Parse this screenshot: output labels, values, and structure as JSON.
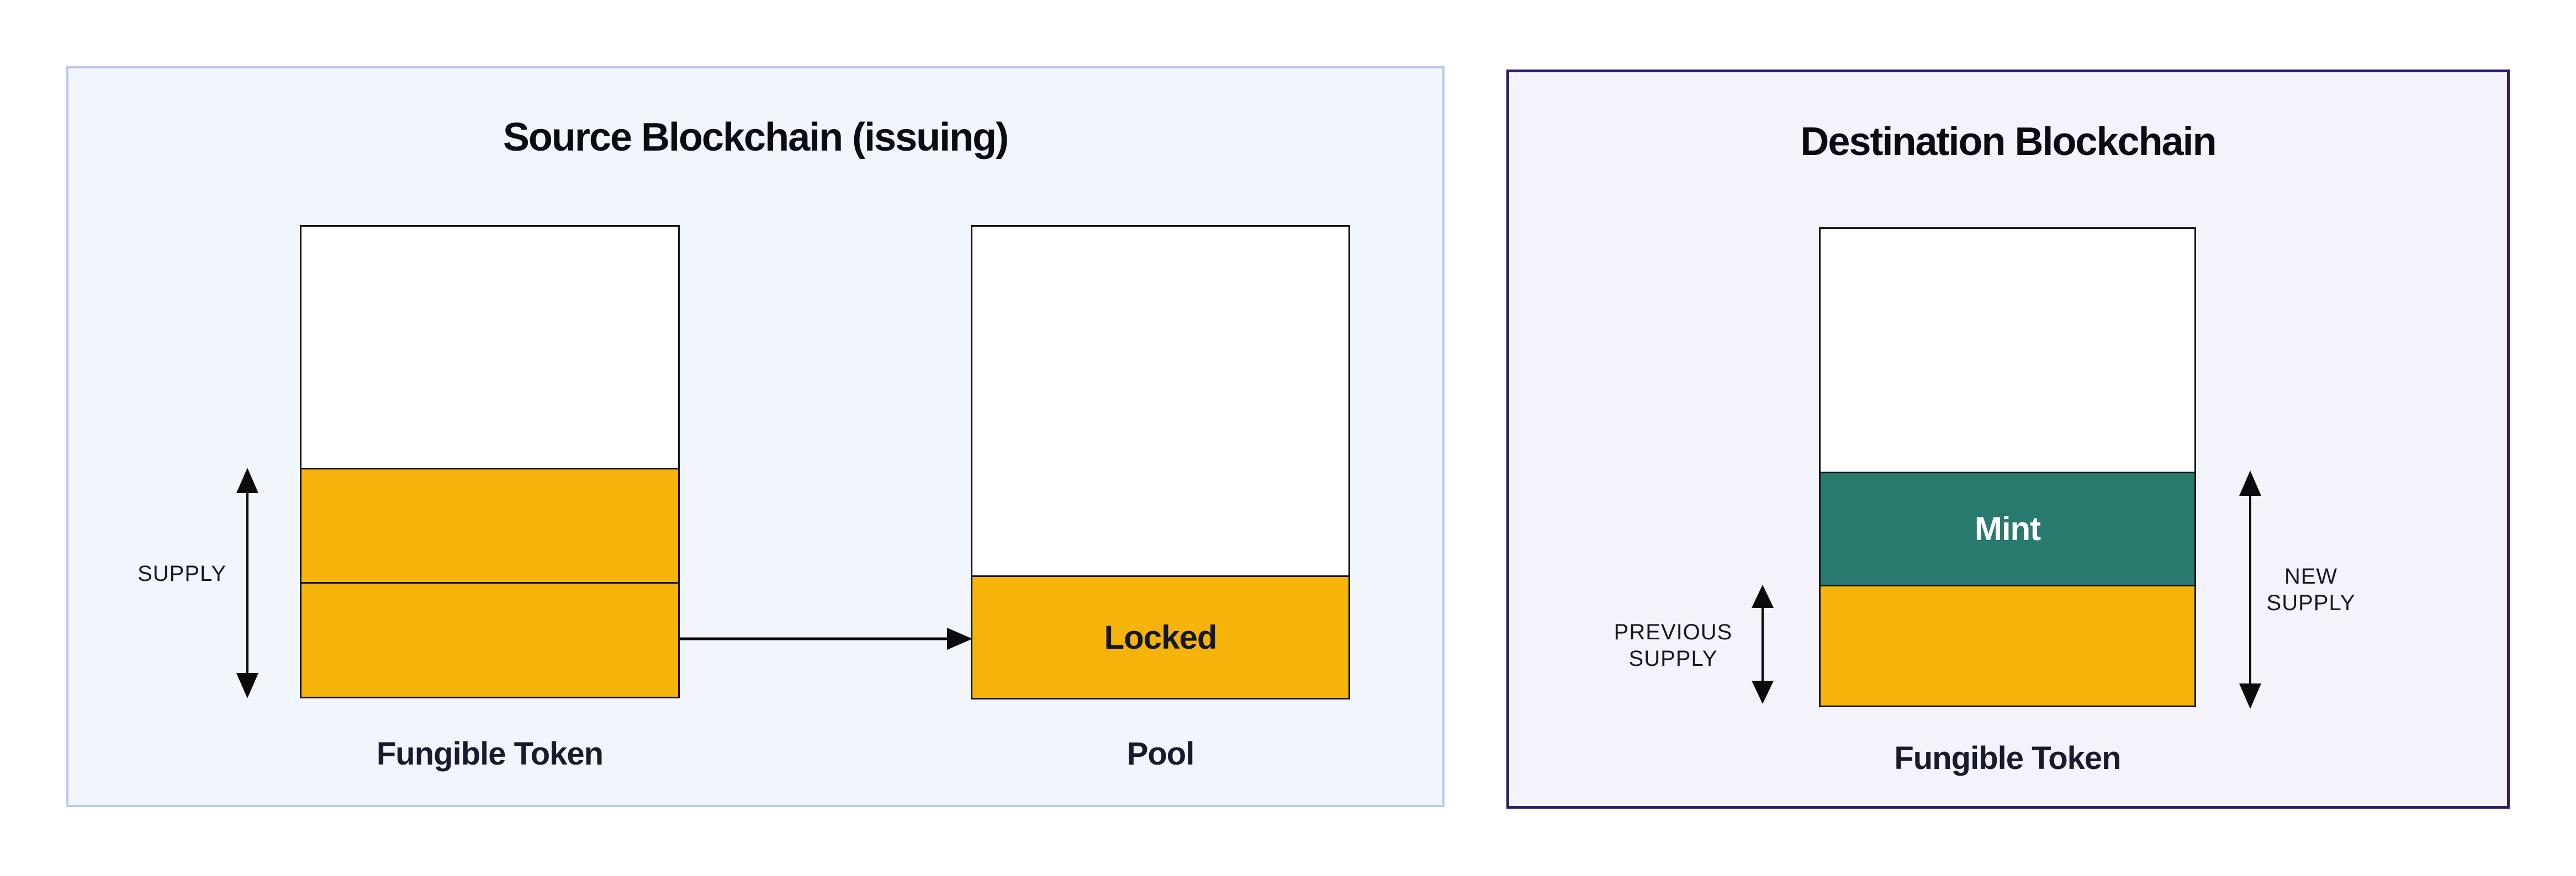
{
  "source_panel": {
    "title": "Source Blockchain (issuing)",
    "supply_label": "SUPPLY",
    "token_bar": {
      "caption": "Fungible Token"
    },
    "pool_bar": {
      "caption": "Pool",
      "locked_label": "Locked"
    }
  },
  "destination_panel": {
    "title": "Destination Blockchain",
    "previous_supply_label": {
      "line1": "PREVIOUS",
      "line2": "SUPPLY"
    },
    "new_supply_label": {
      "line1": "NEW",
      "line2": "SUPPLY"
    },
    "token_bar": {
      "caption": "Fungible Token",
      "mint_label": "Mint"
    }
  },
  "colors": {
    "token_fill": "#F6B40B",
    "mint_fill": "#287A6E",
    "source_panel_bg": "#F1F5FC",
    "source_panel_border": "#B7CBF2",
    "destination_panel_bg": "#F4F2FB",
    "destination_panel_border": "#2F1D68",
    "bar_border": "#10141F",
    "arrow": "#0B0B0B"
  }
}
